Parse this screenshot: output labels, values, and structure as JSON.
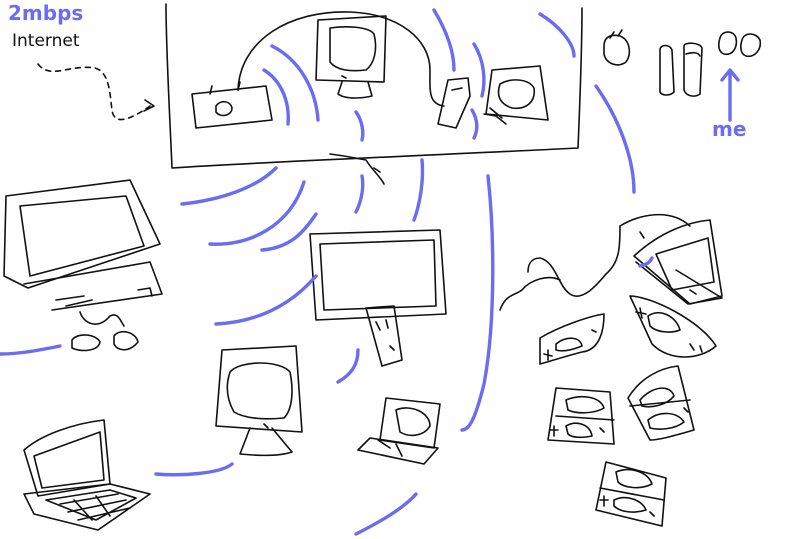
{
  "labels": {
    "speed": "2mbps",
    "source": "Internet",
    "self": "me"
  },
  "colors": {
    "ink": "#111111",
    "wifi_waves": "#6a6cf2",
    "background": "#ffffff"
  },
  "icons": [
    "crt-monitor-icon",
    "laptop-icon",
    "router-icon",
    "handheld-device-icon",
    "person-face-icon"
  ]
}
